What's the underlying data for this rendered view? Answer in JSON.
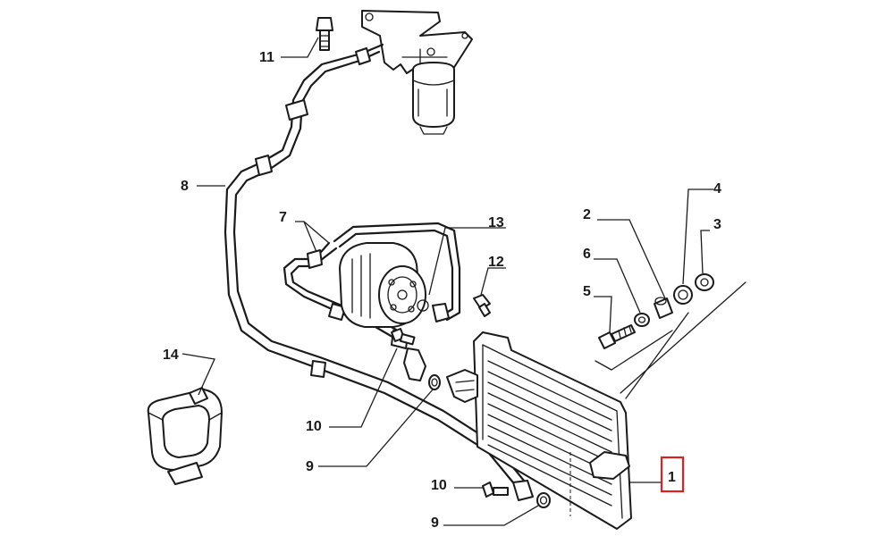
{
  "callouts": [
    {
      "id": "c1",
      "label": "1",
      "highlighted": true
    },
    {
      "id": "c2",
      "label": "2"
    },
    {
      "id": "c3",
      "label": "3"
    },
    {
      "id": "c4",
      "label": "4"
    },
    {
      "id": "c5",
      "label": "5"
    },
    {
      "id": "c6",
      "label": "6"
    },
    {
      "id": "c7",
      "label": "7"
    },
    {
      "id": "c8",
      "label": "8"
    },
    {
      "id": "c9a",
      "label": "9"
    },
    {
      "id": "c9b",
      "label": "9"
    },
    {
      "id": "c10a",
      "label": "10"
    },
    {
      "id": "c10b",
      "label": "10"
    },
    {
      "id": "c11",
      "label": "11"
    },
    {
      "id": "c12",
      "label": "12"
    },
    {
      "id": "c13",
      "label": "13"
    },
    {
      "id": "c14",
      "label": "14"
    }
  ],
  "colors": {
    "highlight": "#e02020",
    "line": "#1a1a1a",
    "background": "#ffffff"
  }
}
